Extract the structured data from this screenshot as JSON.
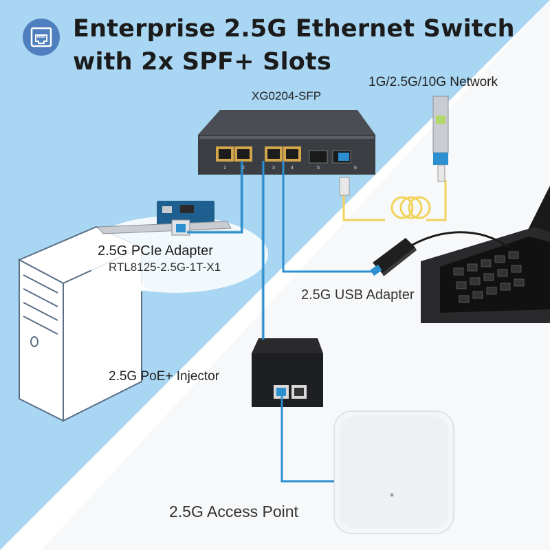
{
  "title": {
    "line1": "Enterprise 2.5G Ethernet Switch",
    "line2": "with 2x SPF+ Slots"
  },
  "switch": {
    "model": "XG0204-SFP",
    "port_numbers": [
      "1",
      "2",
      "3",
      "4",
      "5",
      "6"
    ]
  },
  "network_label": "1G/2.5G/10G Network",
  "pcie_adapter": {
    "name": "2.5G PCIe Adapter",
    "model": "RTL8125-2.5G-1T-X1"
  },
  "usb_adapter": {
    "name": "2.5G USB Adapter"
  },
  "poe_injector": {
    "name": "2.5G PoE+ Injector"
  },
  "access_point": {
    "name": "2.5G Access Point"
  },
  "colors": {
    "sky": "#a9d6f2",
    "cable": "#2b8fd0",
    "fiber": "#f2d35a",
    "device_dark": "#3a3d42",
    "logo": "#4f7fbf"
  },
  "icons": [
    "ethernet-port-icon"
  ]
}
